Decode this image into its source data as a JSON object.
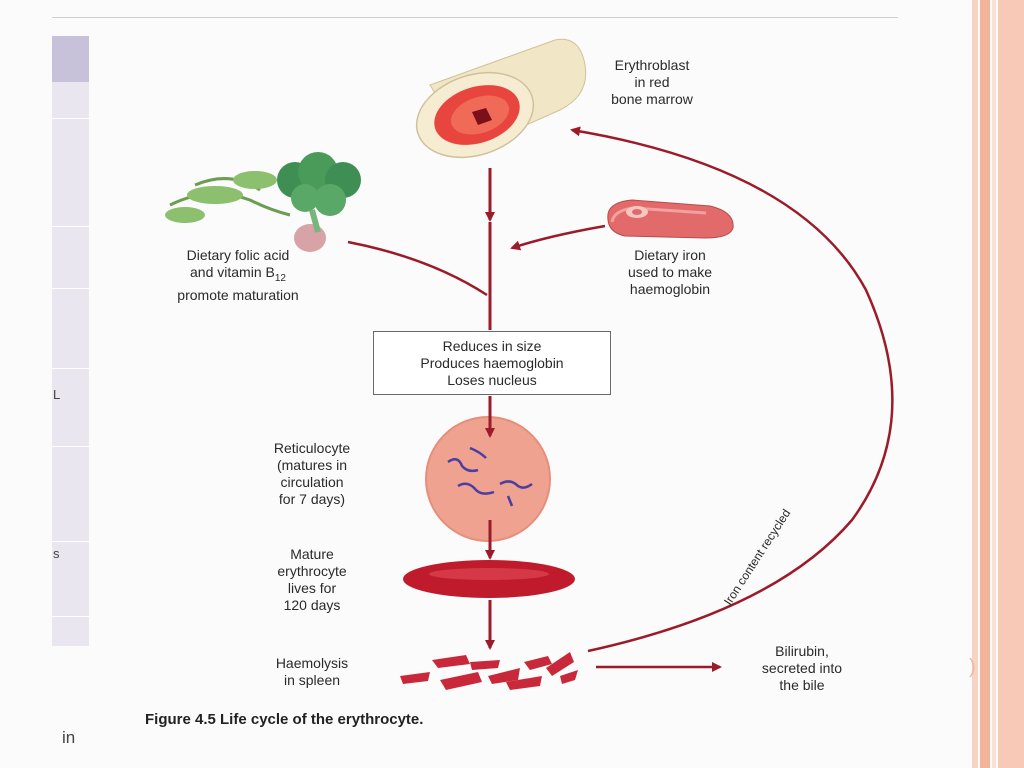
{
  "figure": {
    "caption": "Figure 4.5 Life cycle of the erythrocyte.",
    "labels": {
      "erythroblast": [
        "Erythroblast",
        "in red",
        "bone marrow"
      ],
      "folic": [
        "Dietary folic acid",
        "and vitamin B",
        "promote maturation"
      ],
      "folic_subscript": "12",
      "iron": [
        "Dietary iron",
        "used to make",
        "haemoglobin"
      ],
      "reticulocyte": [
        "Reticulocyte",
        "(matures in",
        "circulation",
        "for 7 days)"
      ],
      "mature": [
        "Mature",
        "erythrocyte",
        "lives for",
        "120 days"
      ],
      "haemolysis": [
        "Haemolysis",
        "in spleen"
      ],
      "bilirubin": [
        "Bilirubin,",
        "secreted into",
        "the bile"
      ],
      "recycled": "Iron content recycled"
    },
    "process_box": [
      "Reduces in size",
      "Produces haemoglobin",
      "Loses nucleus"
    ]
  },
  "slide": {
    "cut_text": [
      "L",
      "s"
    ],
    "bottom_cut": "in",
    "right_paren": ")"
  },
  "colors": {
    "arrow": "#9b1b2a",
    "cell": "#c01b2c",
    "reticulocyte": "#efa28f",
    "bone": "#f1e6c5",
    "broccoli": "#4a9a5a",
    "beet": "#d7a3a6",
    "meat": "#e36a6a"
  },
  "icons": [
    "bone-marrow-icon",
    "broccoli-beet-icon",
    "meat-icon",
    "reticulocyte-icon",
    "erythrocyte-icon",
    "haemolysed-fragments-icon"
  ]
}
